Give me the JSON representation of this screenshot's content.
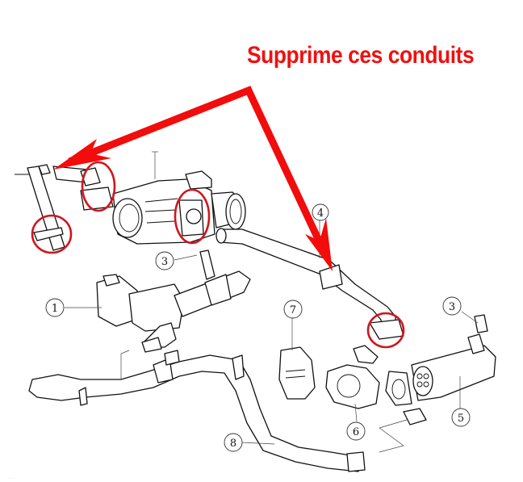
{
  "annotation": {
    "text": "Supprime ces conduits",
    "color": "#ee1111"
  },
  "callouts": [
    {
      "id": "callout-1",
      "label": "1"
    },
    {
      "id": "callout-3a",
      "label": "3"
    },
    {
      "id": "callout-3b",
      "label": "3"
    },
    {
      "id": "callout-4",
      "label": "4"
    },
    {
      "id": "callout-5",
      "label": "5"
    },
    {
      "id": "callout-6",
      "label": "6"
    },
    {
      "id": "callout-7",
      "label": "7"
    },
    {
      "id": "callout-8",
      "label": "8"
    }
  ],
  "marked_circles": {
    "count": 4,
    "color": "#d0161d"
  },
  "arrows": {
    "count": 2,
    "color": "#f20c0c"
  },
  "watermark": "......"
}
